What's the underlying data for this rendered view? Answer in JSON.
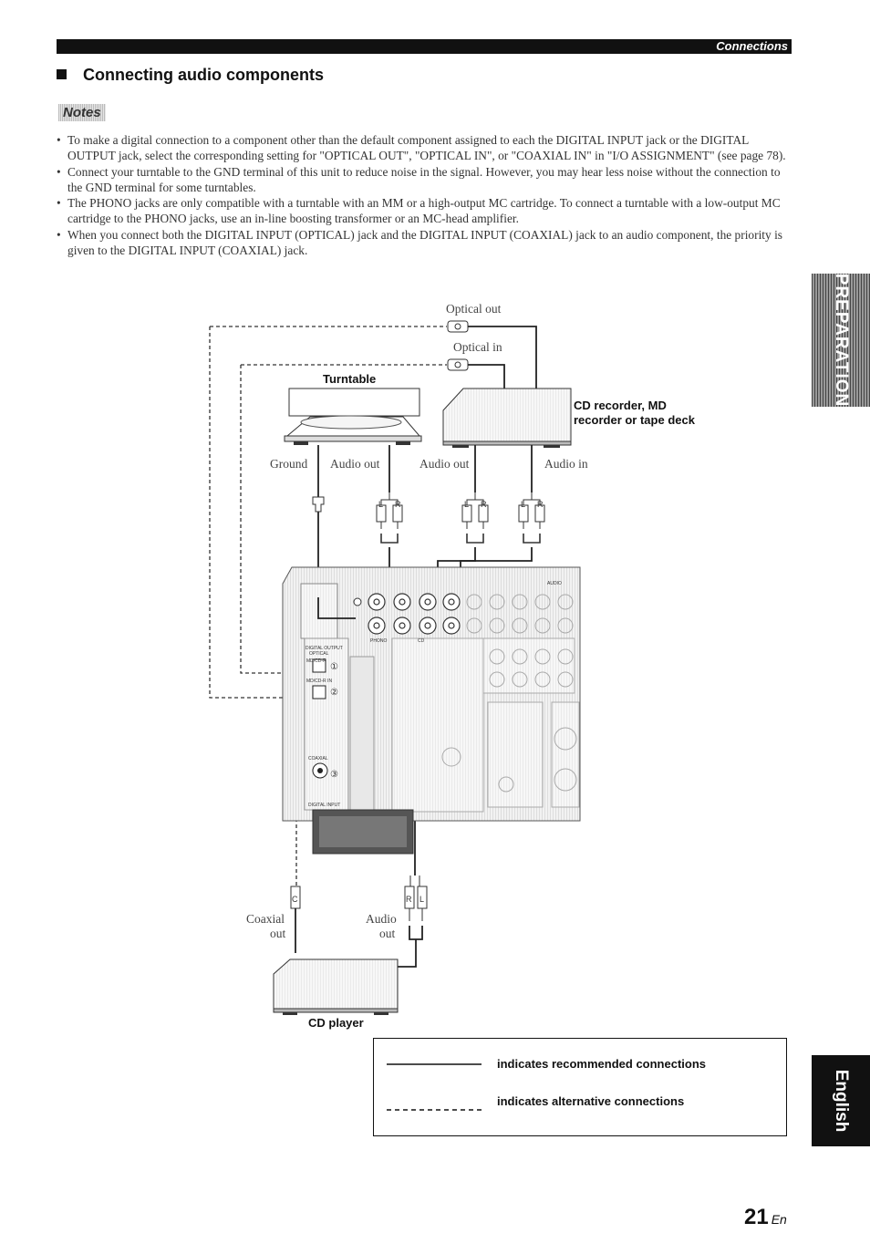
{
  "header": {
    "section": "Connections"
  },
  "title": "Connecting audio components",
  "notes_label": "Notes",
  "notes": [
    "To make a digital connection to a component other than the default component assigned to each the DIGITAL INPUT jack or the DIGITAL OUTPUT jack, select the corresponding setting for \"OPTICAL OUT\", \"OPTICAL IN\", or \"COAXIAL IN\" in \"I/O ASSIGNMENT\" (see page 78).",
    "Connect your turntable to the GND terminal of this unit to reduce noise in the signal. However, you may hear less noise without the connection to the GND terminal for some turntables.",
    "The PHONO jacks are only compatible with a turntable with an MM or a high-output MC cartridge. To connect a turntable with a low-output MC cartridge to the PHONO jacks, use an in-line boosting transformer or an MC-head amplifier.",
    "When you connect both the DIGITAL INPUT (OPTICAL) jack and the DIGITAL INPUT (COAXIAL) jack to an audio component, the priority is given to the DIGITAL INPUT (COAXIAL) jack."
  ],
  "diagram": {
    "optical_out": "Optical out",
    "optical_in": "Optical in",
    "turntable": "Turntable",
    "cd_recorder": [
      "CD recorder, MD",
      "recorder or tape deck"
    ],
    "ground": "Ground",
    "audio_out_1": "Audio out",
    "audio_out_2": "Audio out",
    "audio_in": "Audio in",
    "coaxial_out": [
      "Coaxial",
      "out"
    ],
    "audio_out_cd": [
      "Audio",
      "out"
    ],
    "cd_player": "CD player",
    "jack_L": "L",
    "jack_R": "R",
    "jack_C": "C",
    "panel_audio": "AUDIO",
    "panel_phono": "PHONO",
    "panel_cd": "CD",
    "panel_digital_output": "DIGITAL OUTPUT",
    "panel_optical": "OPTICAL",
    "panel_md_cdr_in": "MD/CD-R IN",
    "panel_md_cdr_out": "MD/CD-R",
    "panel_coaxial": "COAXIAL",
    "panel_digital_input": "DIGITAL INPUT",
    "panel_num_1": "①",
    "panel_num_2": "②",
    "panel_num_3": "③"
  },
  "legend": {
    "solid": "indicates recommended connections",
    "dashed": "indicates alternative connections"
  },
  "side_tabs": {
    "preparation": "PREPARATION",
    "english": "English"
  },
  "page": {
    "number": "21",
    "suffix": "En"
  }
}
